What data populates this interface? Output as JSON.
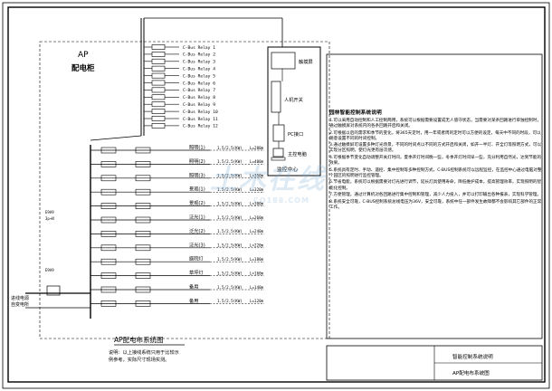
{
  "panel": {
    "code": "AP",
    "name": "配电柜"
  },
  "bus_relays": [
    "C-Bus Relay 1",
    "C-Bus Relay 2",
    "C-Bus Relay 3",
    "C-Bus Relay 4",
    "C-Bus Relay 5",
    "C-Bus Relay 6",
    "C-Bus Relay 7",
    "C-Bus Relay 8",
    "C-Bus Relay 9",
    "C-Bus Relay 10",
    "C-Bus Relay 11",
    "C-Bus Relay 12"
  ],
  "circuits": [
    {
      "label": "照明(1)",
      "spec": "1.5/2.5(KW)",
      "len": "L=280m"
    },
    {
      "label": "照明(2)",
      "spec": "1.5/2.5(KW)",
      "len": "L=400m"
    },
    {
      "label": "照明(3)",
      "spec": "1.5/2.5(KW)",
      "len": "L=350m"
    },
    {
      "label": "景观(1)",
      "spec": "1.5/2.5(KW)",
      "len": "L=320m"
    },
    {
      "label": "景观(2)",
      "spec": "1.5/2.5(KW)",
      "len": "L=300m"
    },
    {
      "label": "泛光(1)",
      "spec": "1.5/2.5(KW)",
      "len": "L=260m"
    },
    {
      "label": "泛光(2)",
      "spec": "1.5/2.5(KW)",
      "len": "L=240m"
    },
    {
      "label": "泛光(3)",
      "spec": "1.5/2.5(KW)",
      "len": "L=220m"
    },
    {
      "label": "庭院灯",
      "spec": "1.5/2.5(KW)",
      "len": "L=180m"
    },
    {
      "label": "草坪灯",
      "spec": "1.5/2.5(KW)",
      "len": "L=160m"
    },
    {
      "label": "备用",
      "spec": "1.5/2.5(KW)",
      "len": "L=140m"
    },
    {
      "label": "备用",
      "spec": "1.5/2.5(KW)",
      "len": "L=120m"
    }
  ],
  "incoming": {
    "line1": "进线电源",
    "line2": "自变电所"
  },
  "side_labels": {
    "breaker": "E9A9",
    "note": "3p+N"
  },
  "cabinet_devices": [
    "触摸屏",
    "人机开关",
    "PC接口",
    "主控电脑"
  ],
  "cabinet_title": "监控中心",
  "diagram_caption": "AP配电布系统图",
  "caption_notes": [
    "说明：以上接线系统只用于比较示",
    "例参考，实际尺寸现场实测。"
  ],
  "notes_title": "园林智能控制系统说明",
  "notes": [
    "1.可以采用自动控制和人工控制两用，系统可以根据需要设置成无人值守状态，当需要对某条回路进行单独控制时，通过触摸屏对系统内的各条回路开启和关闭。",
    "2.可根据以后的需求和季节的变化，将365天定时，用一年或者周的定时可以方便的设定，每天中不同的时段，可以随意设置不同的时间控制。",
    "3.通过触摸屏可设置多种灯光场景，不同的时间点以不同的方式开启和关闭，如开一半灯、开全灯等照明方式，可以实现分区照明，使灯光更有层次感。",
    "4.可根据季节变化自动调整开关灯时间，夏季开灯时间晚一些，冬季开灯时间早一些，充分利用自然光，达到节能的效果。",
    "5.系统具有定时、手动、遥控、集中控制等多种控制方式，C-BUS控制系统可以远程监控，在监控中心通过电脑对整个园区的照明进行监控管理。",
    "6.节省电能，系统可以根据需要对灯光进行调节，延长灯具使用寿命，降低维护成本，提高管理效率，实现照明的智能化控制。",
    "7.方便管理，通过计算机对各回路进行集中控制和管理，减少人力投入，并可以打印输出各种报表，实现科学管理。",
    "8.系统安全可靠，C-BUS控制系统总线电压为36V，安全可靠，系统中任一部件发生故障都不会影响其它部件的正常工作。"
  ],
  "title_block": {
    "line1": "智能控制系统说明",
    "line2": "AP配电布系统图"
  },
  "watermark": {
    "text": "土木在线",
    "sub": "CO188.COM"
  }
}
